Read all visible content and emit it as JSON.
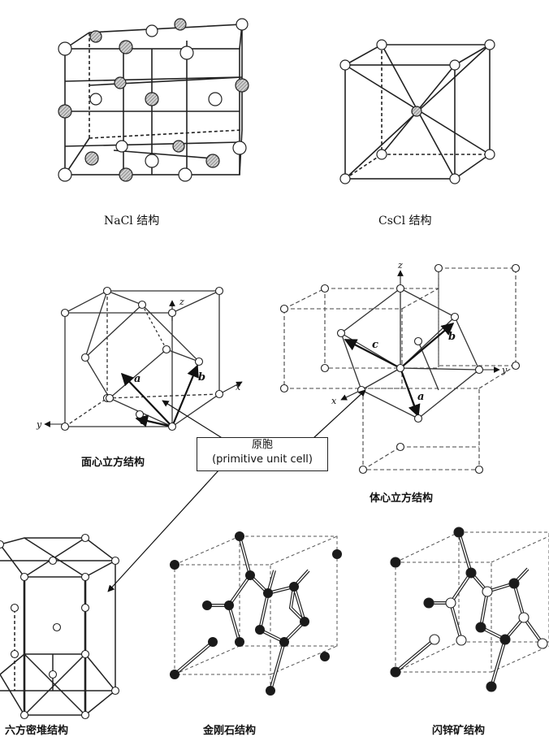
{
  "captions": {
    "nacl": "NaCl 结构",
    "cscl": "CsCl 结构",
    "fcc": "面心立方结构",
    "bcc": "体心立方结构",
    "hcp": "六方密堆结构",
    "diamond": "金刚石结构",
    "zincblende": "闪锌矿结构"
  },
  "callout": {
    "line1": "原胞",
    "line2": "(primitive unit cell)"
  },
  "axes": {
    "x": "x",
    "y": "y",
    "z": "z"
  },
  "vectors": {
    "a": "a",
    "b": "b",
    "c": "c"
  },
  "colors": {
    "line": "#222222",
    "dashed": "#444444",
    "atom_fill": "#ffffff",
    "atom_hatched": "#b9b9b9",
    "atom_dark": "#1a1a1a"
  }
}
